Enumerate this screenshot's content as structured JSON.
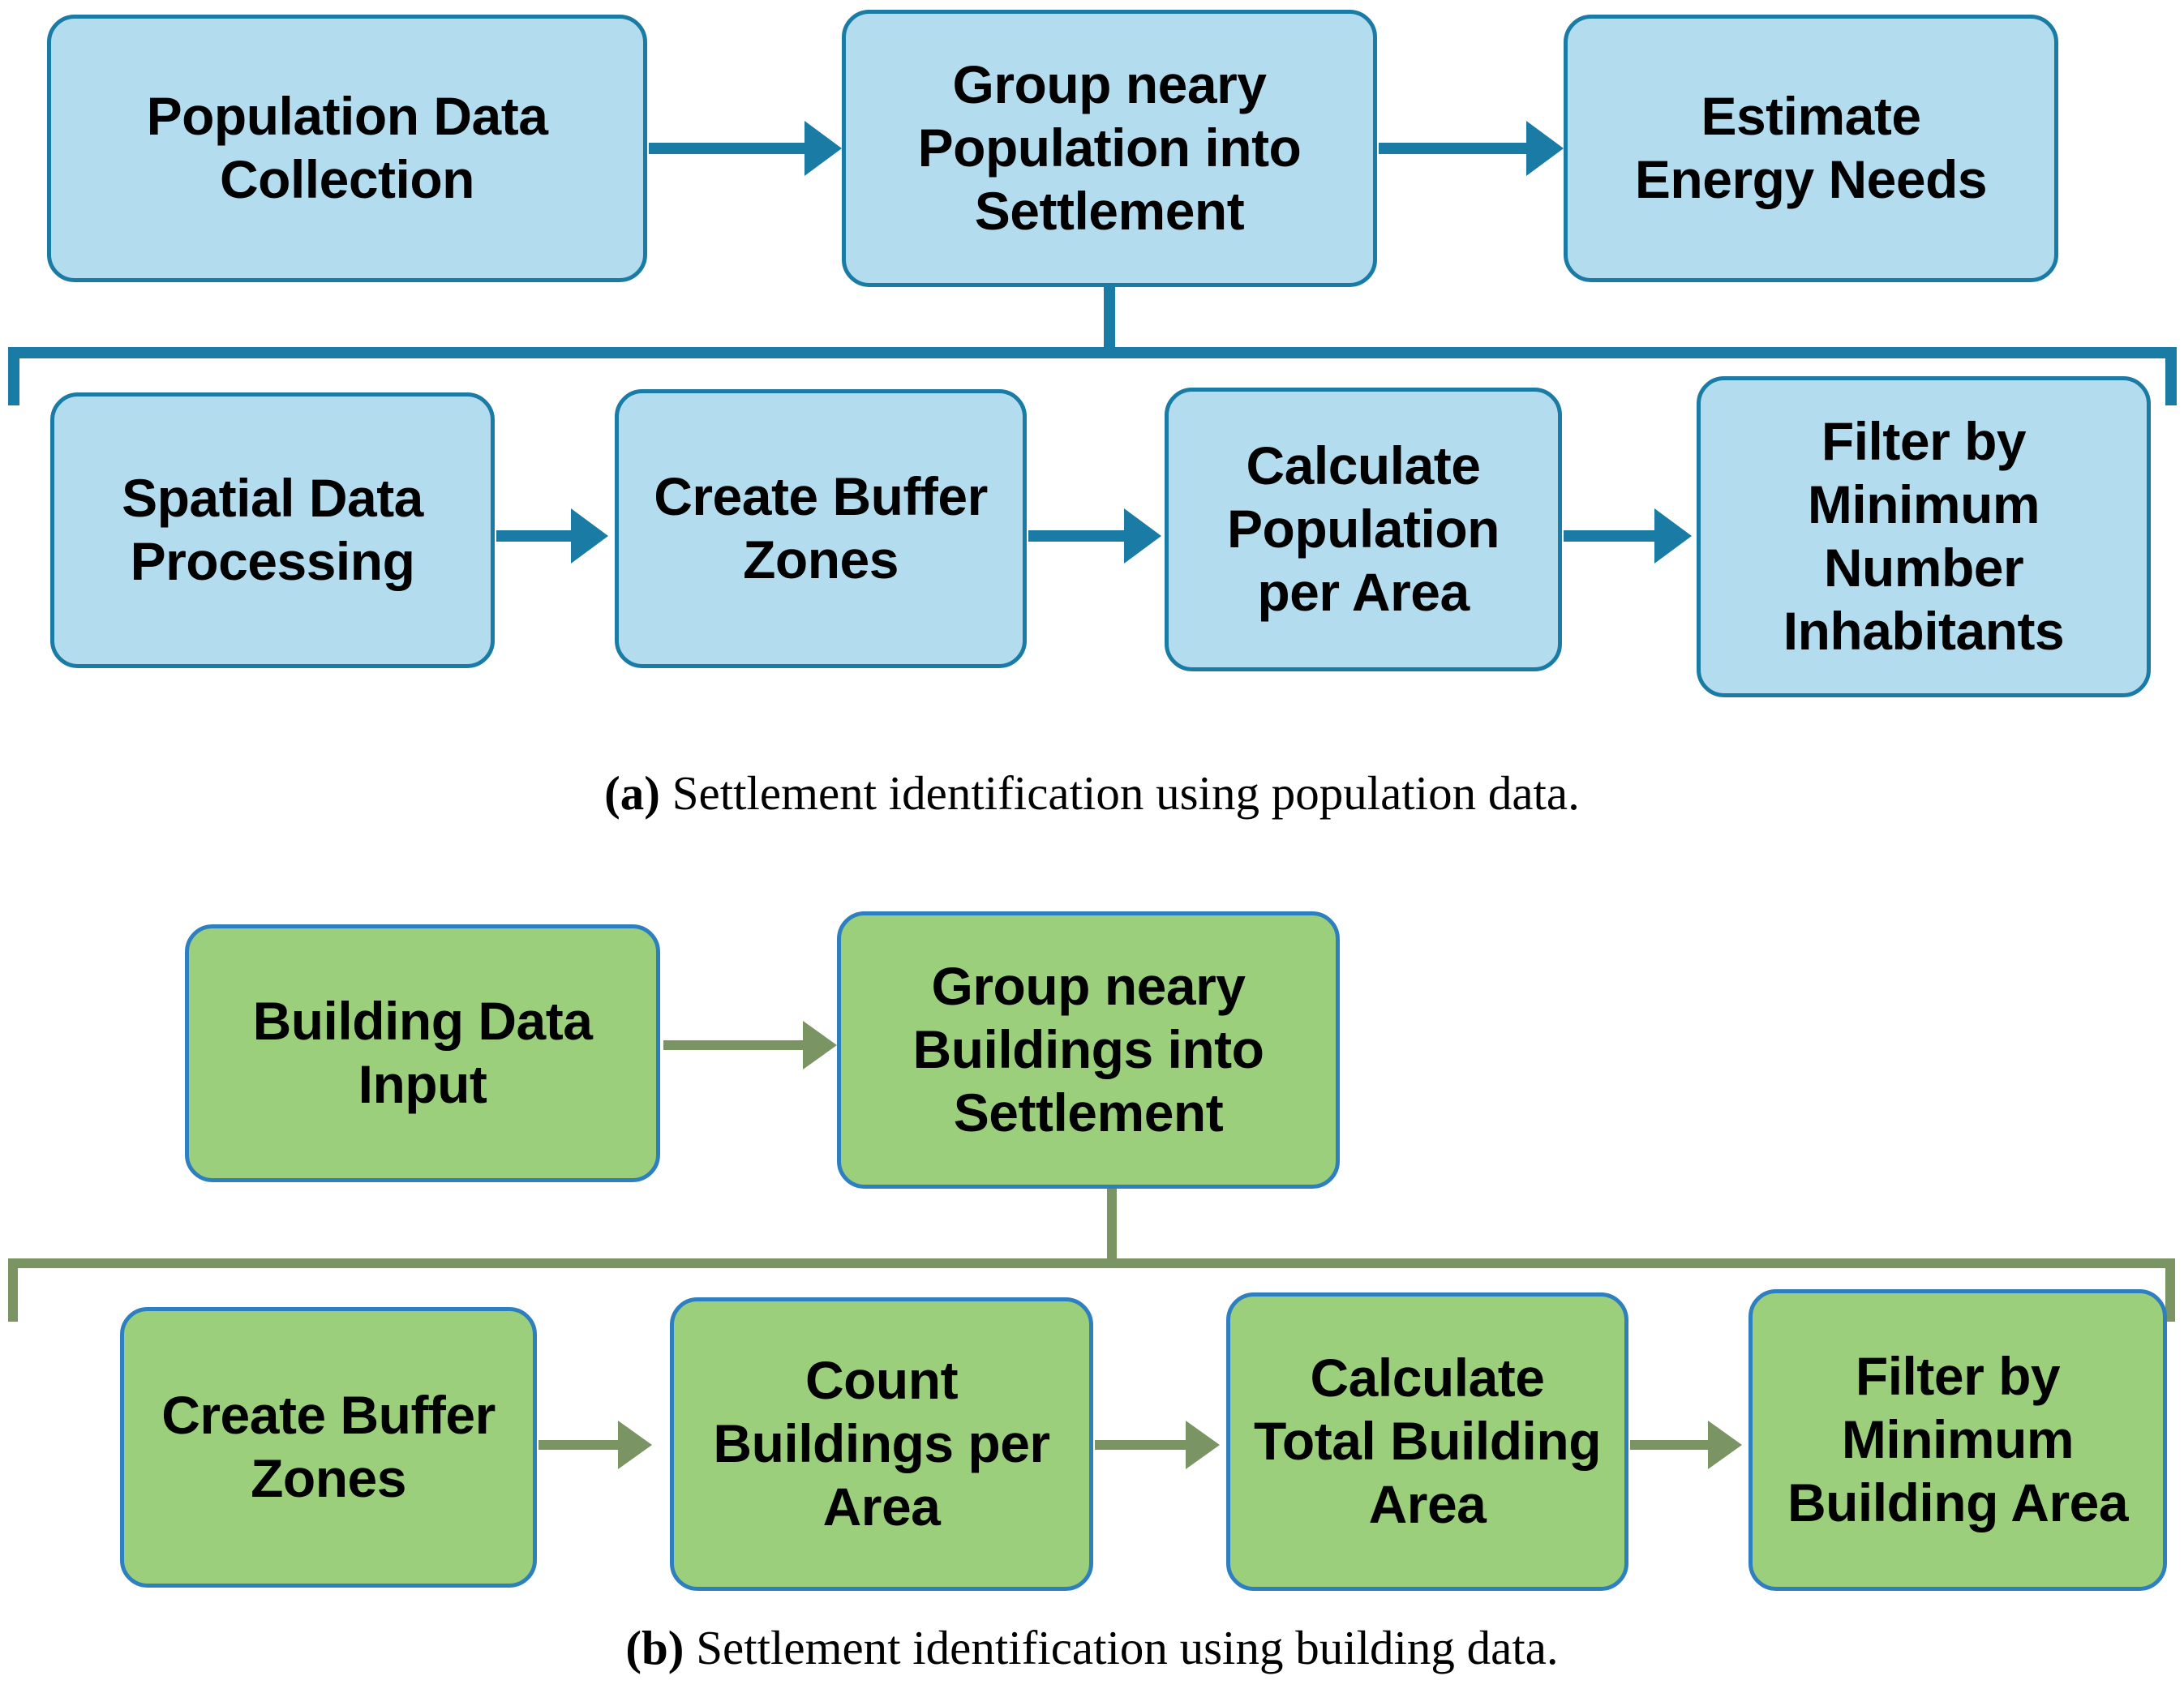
{
  "figure": {
    "title": "Settlement identification workflows",
    "colors": {
      "blue_fill": "#b3dcef",
      "blue_stroke": "#1a7ba5",
      "green_fill": "#9ccf7c",
      "green_stroke": "#2e7fc0",
      "green_connector": "#7b9464",
      "text": "#000000",
      "background": "#ffffff"
    }
  },
  "panel_a": {
    "caption_marker": "(a)",
    "caption_text": " Settlement identification using population data.",
    "top_row": [
      {
        "id": "population-data-collection",
        "label": "Population Data\nCollection"
      },
      {
        "id": "group-neary-population-into-settlement",
        "label": "Group neary\nPopulation into\nSettlement"
      },
      {
        "id": "estimate-energy-needs",
        "label": "Estimate\nEnergy Needs"
      }
    ],
    "bottom_row": [
      {
        "id": "spatial-data-processing",
        "label": "Spatial Data\nProcessing"
      },
      {
        "id": "create-buffer-zones",
        "label": "Create Buffer\nZones"
      },
      {
        "id": "calculate-population-per-area",
        "label": "Calculate\nPopulation\nper Area"
      },
      {
        "id": "filter-by-minimum-number-inhabitants",
        "label": "Filter by\nMinimum\nNumber\nInhabitants"
      }
    ]
  },
  "panel_b": {
    "caption_marker": "(b)",
    "caption_text": " Settlement identification using building data.",
    "top_row": [
      {
        "id": "building-data-input",
        "label": "Building Data\nInput"
      },
      {
        "id": "group-neary-buildings-into-settlement",
        "label": "Group neary\nBuildings into\nSettlement"
      }
    ],
    "bottom_row": [
      {
        "id": "create-buffer-zones",
        "label": "Create Buffer\nZones"
      },
      {
        "id": "count-buildings-per-area",
        "label": "Count\nBuildings per\nArea"
      },
      {
        "id": "calculate-total-building-area",
        "label": "Calculate\nTotal Building\nArea"
      },
      {
        "id": "filter-by-minimum-building-area",
        "label": "Filter by\nMinimum\nBuilding Area"
      }
    ]
  }
}
